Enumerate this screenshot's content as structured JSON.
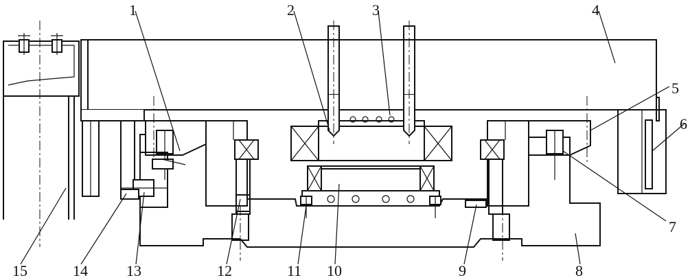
{
  "labels": {
    "l1": "1",
    "l2": "2",
    "l3": "3",
    "l4": "4",
    "l5": "5",
    "l6": "6",
    "l7": "7",
    "l8": "8",
    "l9": "9",
    "l10": "10",
    "l11": "11",
    "l12": "12",
    "l13": "13",
    "l14": "14",
    "l15": "15"
  }
}
